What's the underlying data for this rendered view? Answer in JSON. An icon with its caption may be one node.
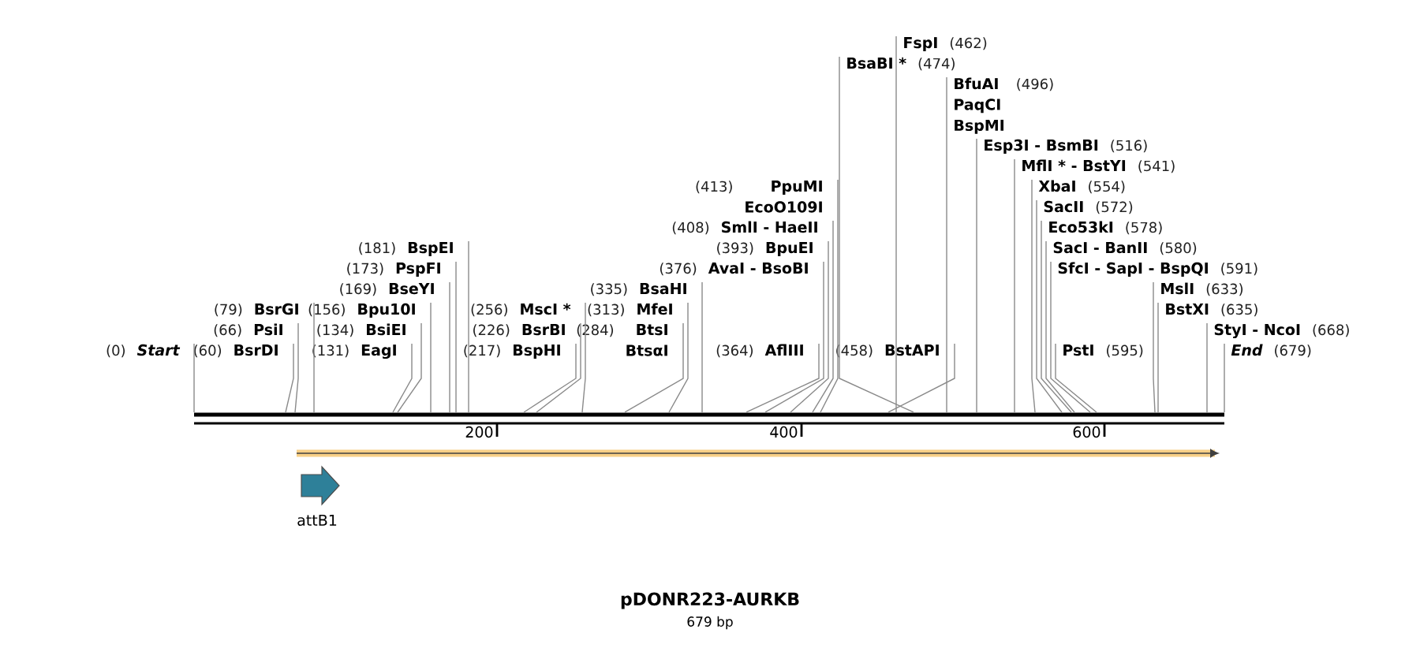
{
  "diagram": {
    "title": "pDONR223-AURKB",
    "caption": "679 bp",
    "nodes": [
      {
        "text": [
          "(0)",
          "Start"
        ]
      },
      {
        "text": [
          "(60)",
          "BsrDI"
        ]
      },
      {
        "text": [
          "(66)",
          "PsiI"
        ]
      },
      {
        "text": [
          "(79)",
          "BsrGI"
        ]
      },
      {
        "text": [
          "(131)",
          "EagI"
        ]
      },
      {
        "text": [
          "(134)",
          "BsiEI"
        ]
      },
      {
        "text": [
          "(156)",
          "Bpu10I"
        ]
      },
      {
        "text": [
          "(169)",
          "BseYI"
        ]
      },
      {
        "text": [
          "(173)",
          "PspFI"
        ]
      },
      {
        "text": [
          "(181)",
          "BspEI"
        ]
      },
      {
        "text": [
          "(217)",
          "BspHI"
        ]
      },
      {
        "text": [
          "(226)",
          "BsrBI"
        ]
      },
      {
        "text": [
          "(256)",
          "MscI *"
        ]
      },
      {
        "text": [
          "(284)",
          "BtsI",
          "BtsαI"
        ]
      },
      {
        "text": [
          "(313)",
          "MfeI"
        ]
      },
      {
        "text": [
          "(335)",
          "BsaHI"
        ]
      },
      {
        "text": [
          "(364)",
          "AflIII"
        ]
      },
      {
        "text": [
          "(376)",
          "AvaI  - BsoBI"
        ]
      },
      {
        "text": [
          "(393)",
          "BpuEI"
        ]
      },
      {
        "text": [
          "(408)",
          "SmlI  - HaeII"
        ]
      },
      {
        "text": [
          "(413)",
          "PpuMI",
          "EcoO109I"
        ]
      },
      {
        "text": [
          "(458)",
          "BstAPI"
        ]
      },
      {
        "text": [
          "FspI",
          "(462)"
        ]
      },
      {
        "text": [
          "BsaBI *",
          "(474)"
        ]
      },
      {
        "text": [
          "BfuAI",
          "(496)",
          "PaqCI",
          "BspMI"
        ]
      },
      {
        "text": [
          "Esp3I  - BsmBI",
          "(516)"
        ]
      },
      {
        "text": [
          "MflI * - BstYI",
          "(541)"
        ]
      },
      {
        "text": [
          "XbaI",
          "(554)"
        ]
      },
      {
        "text": [
          "SacII",
          "(572)"
        ]
      },
      {
        "text": [
          "Eco53kI",
          "(578)"
        ]
      },
      {
        "text": [
          "SacI  - BanII",
          "(580)"
        ]
      },
      {
        "text": [
          "SfcI  - SapI  - BspQI",
          "(591)"
        ]
      },
      {
        "text": [
          "PstI",
          "(595)"
        ]
      },
      {
        "text": [
          "MslI",
          "(633)"
        ]
      },
      {
        "text": [
          "BstXI",
          "(635)"
        ]
      },
      {
        "text": [
          "StyI  - NcoI",
          "(668)"
        ]
      },
      {
        "text": [
          "End",
          "(679)"
        ]
      },
      {
        "text": [
          "attB1"
        ]
      }
    ],
    "edges": [
      {
        "from": 0,
        "to": null,
        "arrow": "none"
      },
      {
        "from": 1,
        "to": null,
        "arrow": "none"
      },
      {
        "from": 2,
        "to": null,
        "arrow": "none"
      },
      {
        "from": 3,
        "to": null,
        "arrow": "none"
      },
      {
        "from": 4,
        "to": null,
        "arrow": "none"
      },
      {
        "from": 5,
        "to": null,
        "arrow": "none"
      },
      {
        "from": 6,
        "to": null,
        "arrow": "none"
      },
      {
        "from": 7,
        "to": null,
        "arrow": "none"
      },
      {
        "from": 8,
        "to": null,
        "arrow": "none"
      },
      {
        "from": 9,
        "to": null,
        "arrow": "none"
      },
      {
        "from": 10,
        "to": null,
        "arrow": "none"
      },
      {
        "from": 11,
        "to": null,
        "arrow": "none"
      },
      {
        "from": 12,
        "to": null,
        "arrow": "none"
      },
      {
        "from": 13,
        "to": null,
        "arrow": "none"
      },
      {
        "from": 14,
        "to": null,
        "arrow": "none"
      },
      {
        "from": 15,
        "to": null,
        "arrow": "none"
      },
      {
        "from": 16,
        "to": null,
        "arrow": "none"
      },
      {
        "from": 17,
        "to": null,
        "arrow": "none"
      },
      {
        "from": 18,
        "to": null,
        "arrow": "none"
      },
      {
        "from": 19,
        "to": null,
        "arrow": "none"
      },
      {
        "from": 20,
        "to": null,
        "arrow": "none"
      },
      {
        "from": 21,
        "to": null,
        "arrow": "none"
      },
      {
        "from": 22,
        "to": null,
        "arrow": "none"
      },
      {
        "from": 23,
        "to": null,
        "arrow": "none"
      },
      {
        "from": 24,
        "to": null,
        "arrow": "none"
      },
      {
        "from": 25,
        "to": null,
        "arrow": "none"
      },
      {
        "from": 26,
        "to": null,
        "arrow": "none"
      },
      {
        "from": 27,
        "to": null,
        "arrow": "none"
      },
      {
        "from": 28,
        "to": null,
        "arrow": "none"
      },
      {
        "from": 29,
        "to": null,
        "arrow": "none"
      },
      {
        "from": 30,
        "to": null,
        "arrow": "none"
      },
      {
        "from": 31,
        "to": null,
        "arrow": "none"
      },
      {
        "from": 32,
        "to": null,
        "arrow": "none"
      },
      {
        "from": 33,
        "to": null,
        "arrow": "none"
      },
      {
        "from": 34,
        "to": null,
        "arrow": "none"
      },
      {
        "from": 35,
        "to": null,
        "arrow": "none"
      },
      {
        "from": 36,
        "to": null,
        "arrow": "none"
      }
    ],
    "labels": [
      "200",
      "400",
      "600"
    ]
  }
}
